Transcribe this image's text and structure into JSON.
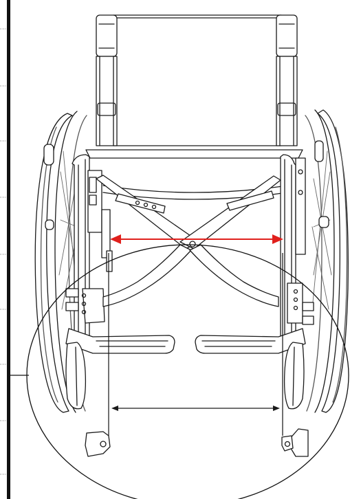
{
  "figure": {
    "subject": "wheelchair-front-view",
    "colors": {
      "line": "#1a1a1a",
      "detail": "#555555",
      "arrow_highlight": "#e0201c",
      "background": "#ffffff"
    },
    "annotations": [
      {
        "id": "seat-width-arrow",
        "color": "#e0201c",
        "label": ""
      },
      {
        "id": "footrest-width-arrow",
        "color": "#1a1a1a",
        "label": ""
      },
      {
        "id": "detail-circle",
        "label": ""
      }
    ]
  }
}
